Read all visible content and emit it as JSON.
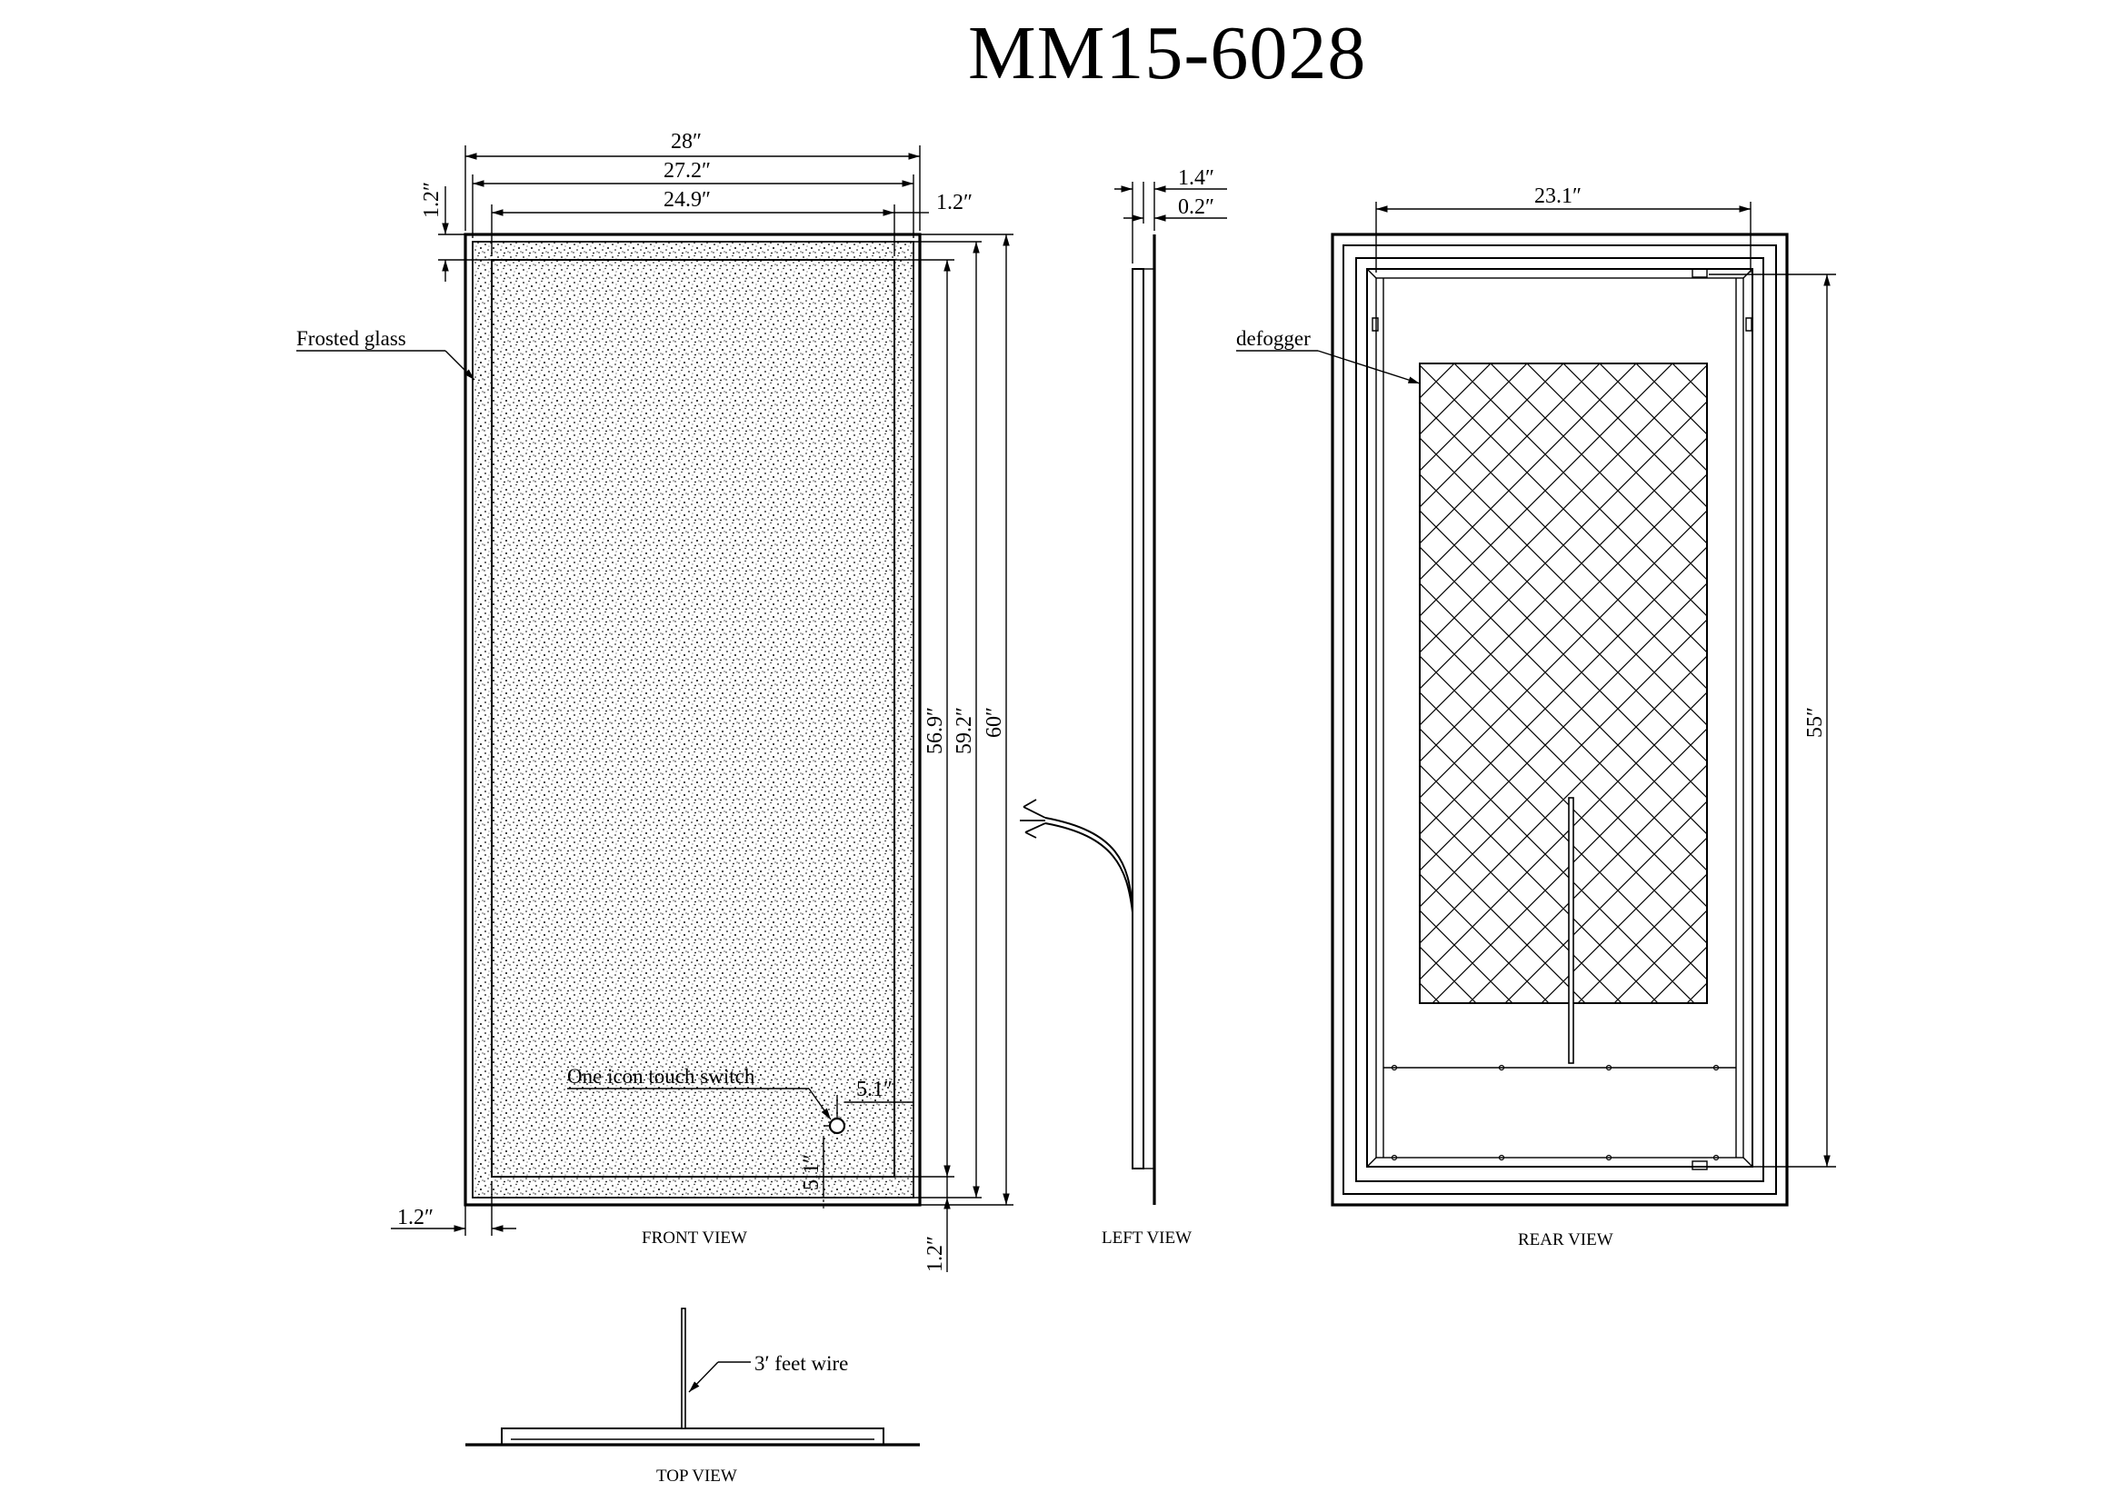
{
  "title": "MM15-6028",
  "views": {
    "front": "FRONT VIEW",
    "left": "LEFT VIEW",
    "rear": "REAR VIEW",
    "top": "TOP VIEW"
  },
  "labels": {
    "frosted_glass": "Frosted glass",
    "touch_switch": "One icon touch switch",
    "defogger": "defogger",
    "wire": "3′ feet wire"
  },
  "dims": {
    "front_width_overall": "28″",
    "front_width_frame": "27.2″",
    "front_width_inner": "24.9″",
    "front_top_border": "1.2″",
    "front_right_border": "1.2″",
    "front_left_border": "1.2″",
    "front_bottom_border": "1.2″",
    "front_height_inner": "56.9″",
    "front_height_frame": "59.2″",
    "front_height_overall": "60″",
    "switch_offset_x": "5.1″",
    "switch_offset_y": "5.1″",
    "side_depth": "1.4″",
    "side_glass": "0.2″",
    "rear_width": "23.1″",
    "rear_height": "55″"
  }
}
